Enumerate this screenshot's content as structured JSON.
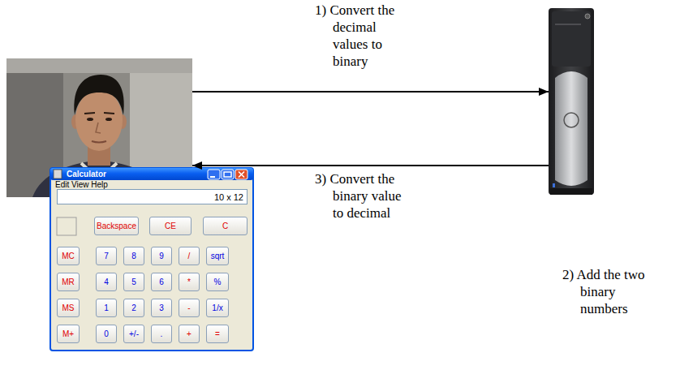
{
  "diagram": {
    "nodes": [
      {
        "text": []
      },
      {
        "text": [
          "2) Add the two binary numbers"
        ]
      },
      {
        "text": [
          "Calculator",
          "Edit View Help"
        ]
      },
      {
        "text": [
          "10 x 12"
        ],
        "in": 2
      },
      {
        "text": [
          "Backspace"
        ],
        "in": 2
      },
      {
        "text": [
          "CE"
        ],
        "in": 2
      },
      {
        "text": [
          "C"
        ],
        "in": 2
      },
      {
        "text": [
          "MC"
        ],
        "in": 2
      },
      {
        "text": [
          "7"
        ],
        "in": 2
      },
      {
        "text": [
          "8"
        ],
        "in": 2
      },
      {
        "text": [
          "9"
        ],
        "in": 2
      },
      {
        "text": [
          "/"
        ],
        "in": 2
      },
      {
        "text": [
          "sqrt"
        ],
        "in": 2
      },
      {
        "text": [
          "MR"
        ],
        "in": 2
      },
      {
        "text": [
          "4"
        ],
        "in": 2
      },
      {
        "text": [
          "5"
        ],
        "in": 2
      },
      {
        "text": [
          "6"
        ],
        "in": 2
      },
      {
        "text": [
          "*"
        ],
        "in": 2
      },
      {
        "text": [
          "%"
        ],
        "in": 2
      },
      {
        "text": [
          "MS"
        ],
        "in": 2
      },
      {
        "text": [
          "1"
        ],
        "in": 2
      },
      {
        "text": [
          "2"
        ],
        "in": 2
      },
      {
        "text": [
          "3"
        ],
        "in": 2
      },
      {
        "text": [
          "-"
        ],
        "in": 2
      },
      {
        "text": [
          "1/x"
        ],
        "in": 2
      },
      {
        "text": [
          "M+"
        ],
        "in": 2
      },
      {
        "text": [
          "0"
        ],
        "in": 2
      },
      {
        "text": [
          "+/-"
        ],
        "in": 2
      },
      {
        "text": [
          "."
        ],
        "in": 2
      },
      {
        "text": [
          "+"
        ],
        "in": 2
      },
      {
        "text": [
          "="
        ],
        "in": 2
      }
    ],
    "edges": [
      {
        "from": 0,
        "to": 1,
        "arrow": "to",
        "label": "1) Convert the decimal values to binary"
      },
      {
        "from": 1,
        "to": 0,
        "arrow": "to",
        "label": "3) Convert the binary value to decimal"
      }
    ]
  }
}
